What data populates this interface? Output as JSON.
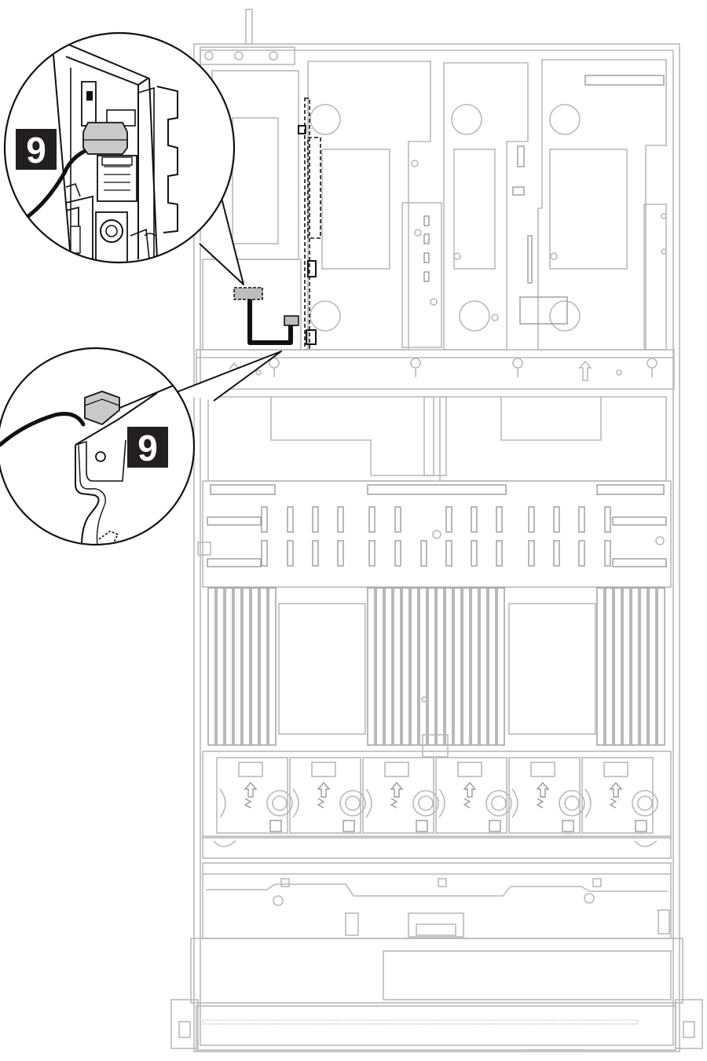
{
  "callouts": [
    {
      "id": "top",
      "step": "9"
    },
    {
      "id": "bottom",
      "step": "9"
    }
  ],
  "colors": {
    "outline": "#b9b9b9",
    "cable": "#111111",
    "badge": "#231f20",
    "highlight": "#bdbdbd"
  }
}
